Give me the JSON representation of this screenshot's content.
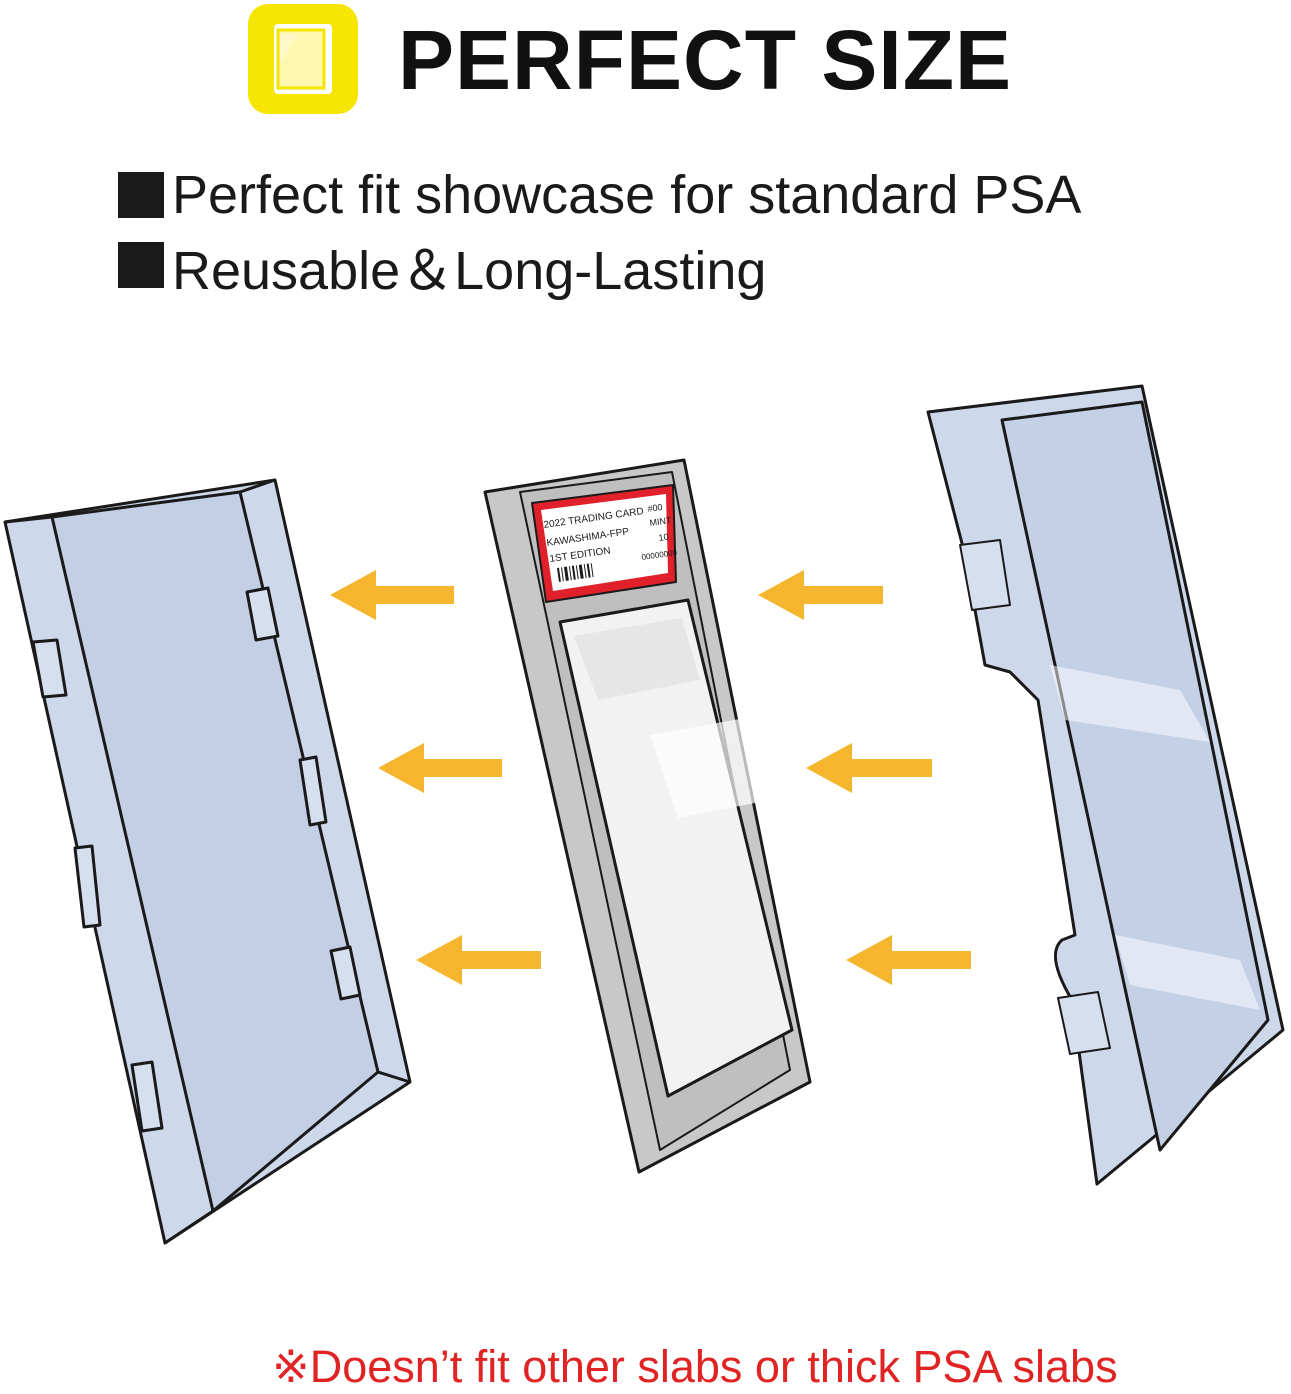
{
  "header": {
    "title": "PERFECT SIZE",
    "icon": "card-sleeve-icon",
    "icon_color": "#f6e500"
  },
  "bullets": [
    {
      "text": "Perfect fit showcase for standard PSA"
    },
    {
      "text": "Reusable＆Long-Lasting"
    }
  ],
  "slab_label": {
    "line1_left": "2022 TRADING CARD",
    "line1_right": "#00",
    "line2_left": "KAWASHIMA-FPP",
    "line2_right": "MINT",
    "line3_left": "1ST EDITION",
    "line3_right": "10",
    "serial": "00000000"
  },
  "colors": {
    "case_fill": "#cdd8ea",
    "slab_fill": "#c8c8c8",
    "label_border": "#e0212b",
    "arrow": "#f5b52e",
    "footnote": "#e02424"
  },
  "footnote": "※Doesn’t fit other slabs or thick PSA slabs"
}
